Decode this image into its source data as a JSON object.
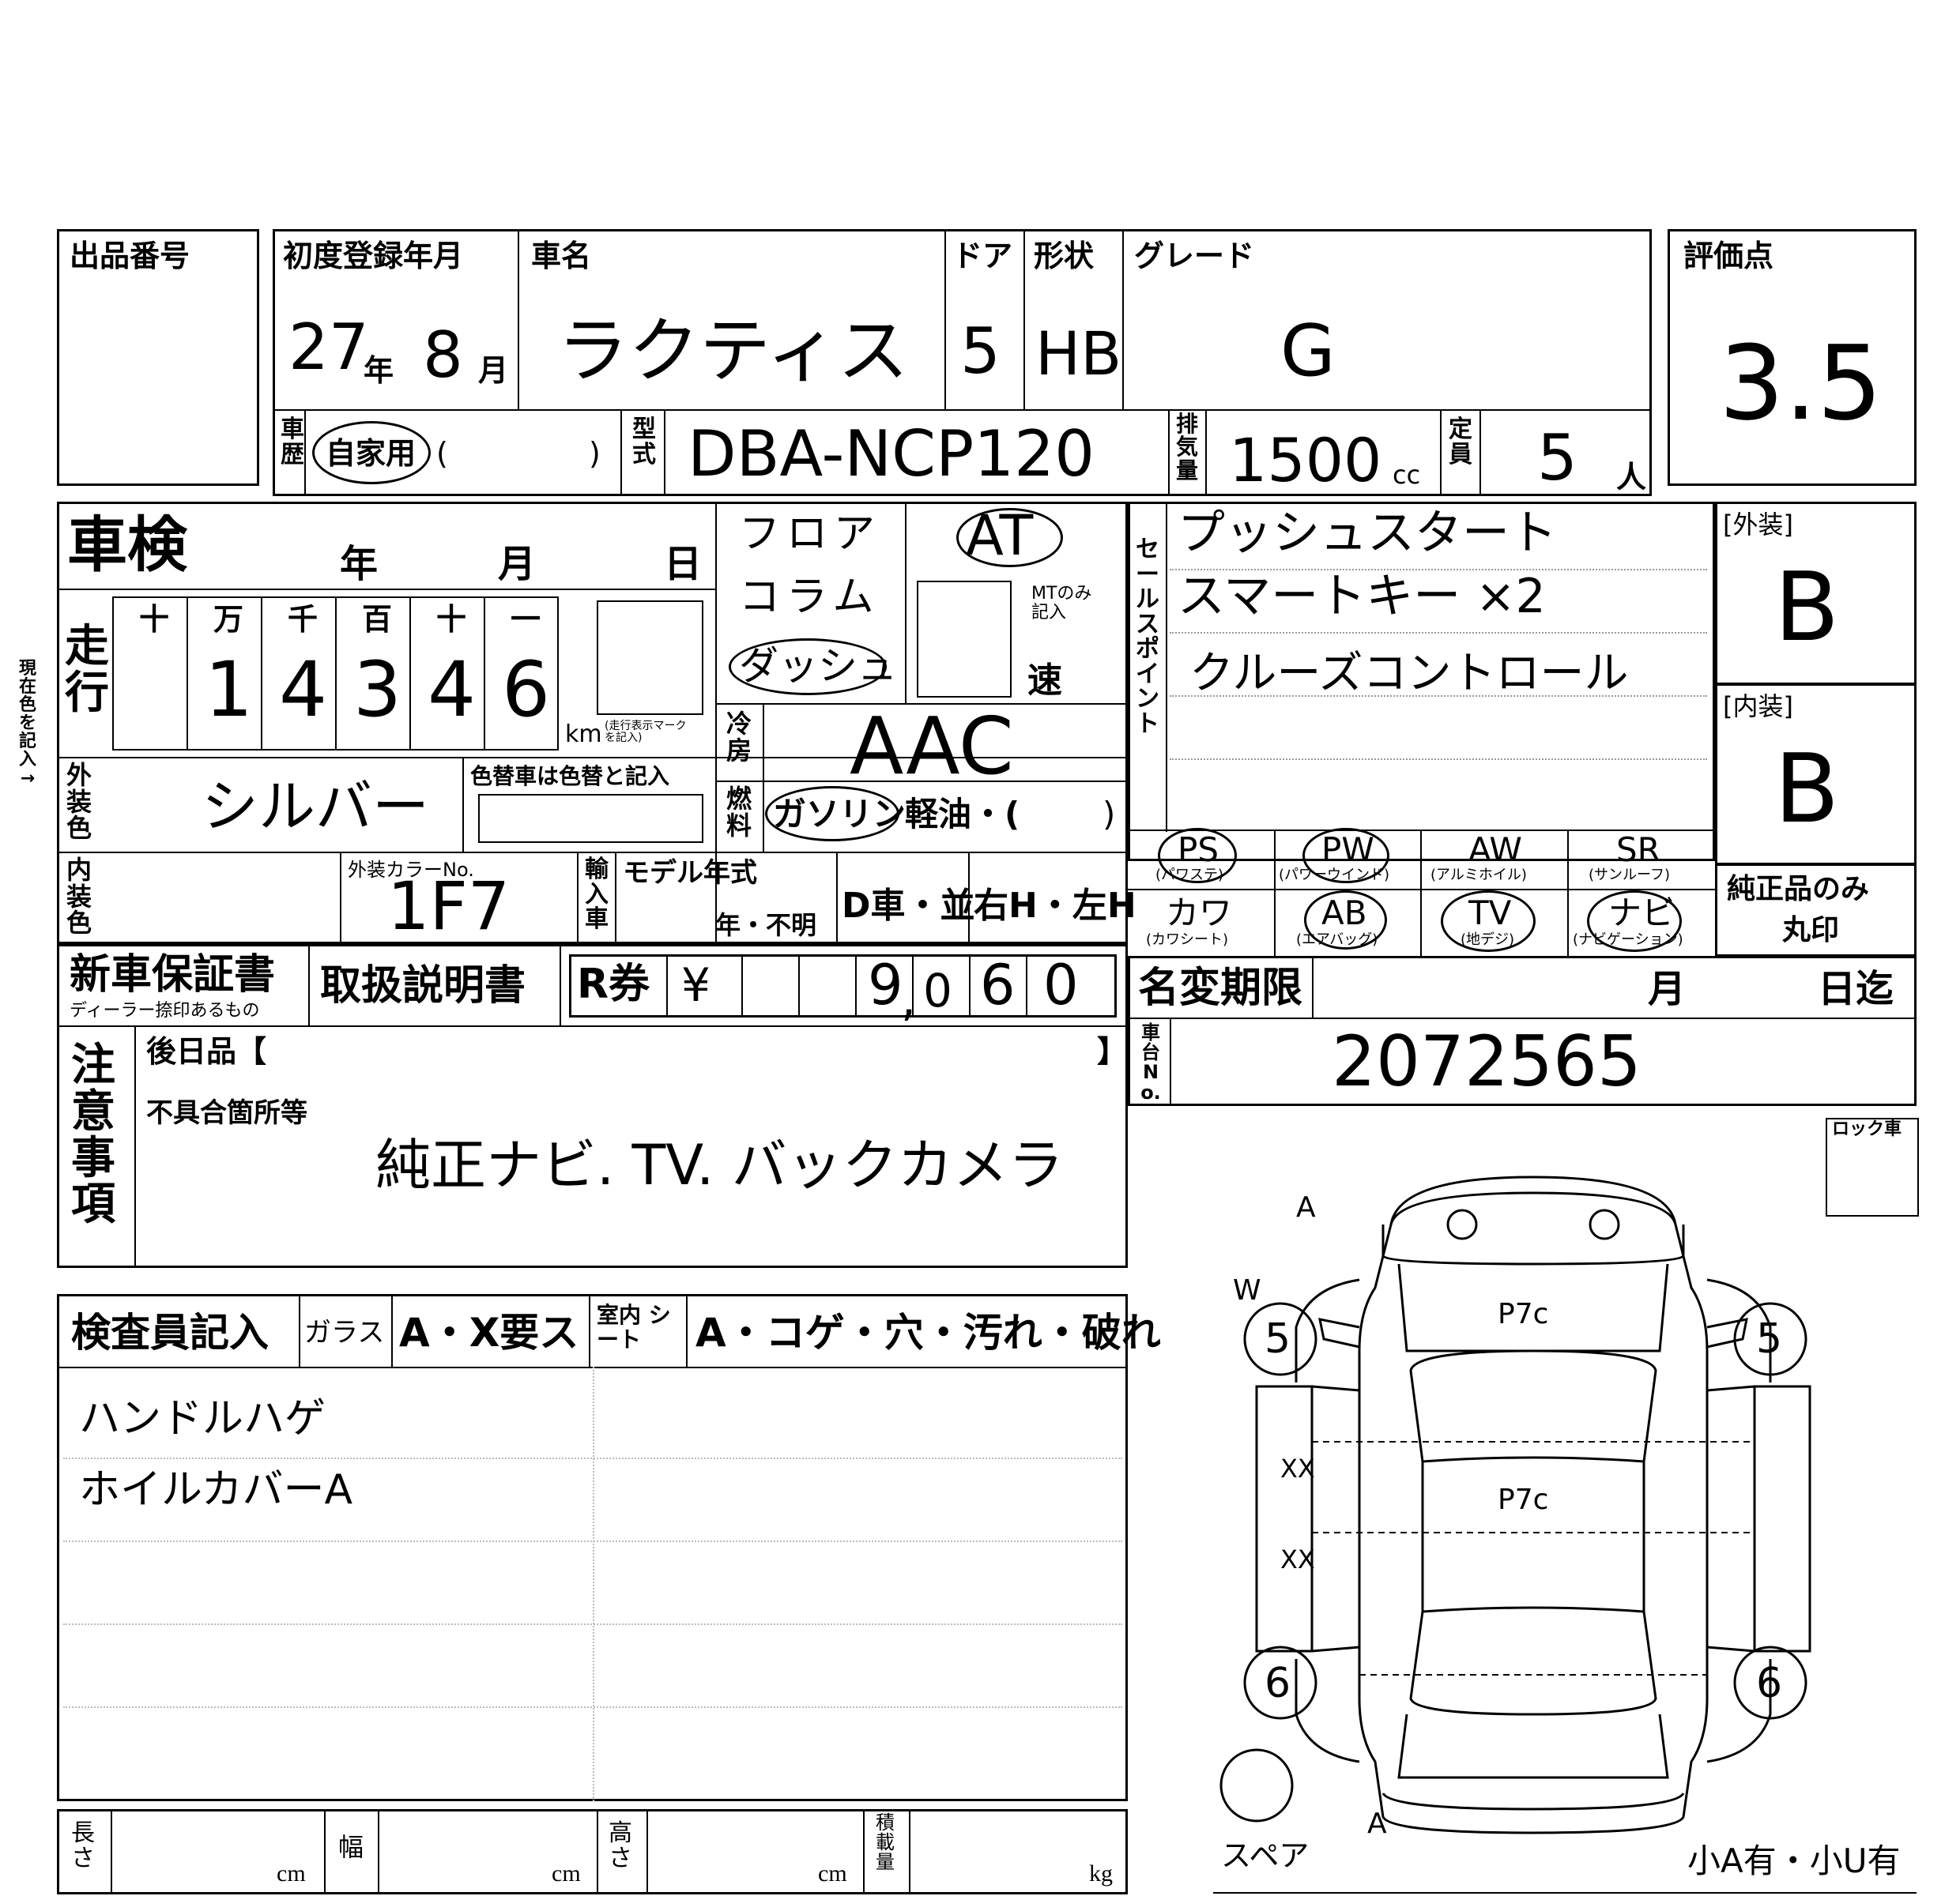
{
  "listing": {
    "label": "出品番号"
  },
  "reg": {
    "label": "初度登録年月",
    "year": "27",
    "year_unit": "年",
    "month": "8",
    "month_unit": "月"
  },
  "car_name": {
    "label": "車名",
    "value": "ラクティス"
  },
  "door": {
    "label": "ドア",
    "value": "5"
  },
  "shape": {
    "label": "形状",
    "value": "HB"
  },
  "grade": {
    "label": "グレード",
    "value": "G"
  },
  "score": {
    "label": "評価点",
    "value": "3.5"
  },
  "history": {
    "label": "車歴",
    "value": "自家用",
    "paren_open": "(",
    "paren_close": ")"
  },
  "model_code": {
    "label": "型式",
    "value": "DBA-NCP120"
  },
  "displacement": {
    "label": "排気量",
    "value": "1500",
    "unit": "cc"
  },
  "capacity": {
    "label": "定員",
    "value": "5",
    "unit": "人"
  },
  "shaken": {
    "label": "車検",
    "year": "年",
    "month": "月",
    "day": "日"
  },
  "mileage": {
    "label": "走行",
    "side_note": "現在色を記入→",
    "units": [
      "十",
      "万",
      "千",
      "百",
      "十",
      "一"
    ],
    "digits": [
      "",
      "1",
      "4",
      "3",
      "4",
      "6"
    ],
    "km": "km",
    "km_note": "(走行表示マーク を記入)"
  },
  "ext_color": {
    "label": "外装色",
    "value": "シルバー",
    "repaint_label": "色替車は色替と記入"
  },
  "interior": {
    "label": "内装色",
    "color_no_label": "外装カラーNo.",
    "color_no": "1F7"
  },
  "import": {
    "label": "輸入車",
    "model_year_label": "モデル年式",
    "model_year_suffix": "年・不明",
    "dealer": "D車・並",
    "handle": "右H・左H"
  },
  "shift": {
    "floor": "フロア",
    "column": "コラム",
    "dash": "ダッシュ",
    "at": "AT",
    "mt_note": "MTのみ 記入",
    "speed": "速"
  },
  "aircon": {
    "label": "冷房",
    "value": "AAC"
  },
  "fuel": {
    "label": "燃料",
    "gas": "ガソリン",
    "diesel": "軽油・(",
    "close": ")"
  },
  "sales_points": {
    "label": "セールスポイント",
    "lines": [
      "プッシュスタート",
      "スマートキー ×2",
      "クルーズコントロール"
    ]
  },
  "exterior_grade": {
    "label": "[外装]",
    "value": "B"
  },
  "interior_grade": {
    "label": "[内装]",
    "value": "B"
  },
  "equipment": [
    {
      "code": "PS",
      "desc": "(パワステ)"
    },
    {
      "code": "PW",
      "desc": "(パワーウインド)"
    },
    {
      "code": "AW",
      "desc": "(アルミホイル)"
    },
    {
      "code": "SR",
      "desc": "(サンルーフ)"
    },
    {
      "code": "カワ",
      "desc": "(カワシート)"
    },
    {
      "code": "AB",
      "desc": "(エアバッグ)"
    },
    {
      "code": "TV",
      "desc": "(地デジ)"
    },
    {
      "code": "ナビ",
      "desc": "(ナビゲーション)"
    }
  ],
  "genuine": {
    "line1": "純正品のみ",
    "line2": "丸印"
  },
  "warranty": {
    "label": "新車保証書",
    "sub": "ディーラー捺印あるもの",
    "manual": "取扱説明書"
  },
  "recycle": {
    "label": "R券",
    "yen": "¥",
    "digits": [
      "",
      "",
      "9",
      "0",
      "6",
      "0"
    ],
    "comma": ","
  },
  "name_change": {
    "label": "名変期限",
    "month": "月",
    "day": "日迄"
  },
  "chassis": {
    "label": "車台No.",
    "value": "2072565"
  },
  "notes": {
    "label": "注意事項",
    "later_label": "後日品【",
    "later_close": "】",
    "defect_label": "不具合箇所等",
    "defect_value": "純正ナビ. TV. バックカメラ"
  },
  "lock": {
    "label": "ロック車"
  },
  "inspector": {
    "label": "検査員記入",
    "glass_label": "ガラス",
    "glass_value": "A・X要ス",
    "interior_label": "室内 シート",
    "interior_value": "A・コゲ・穴・汚れ・破れ",
    "comments": [
      "ハンドルハゲ",
      "ホイルカバーA"
    ]
  },
  "dims": {
    "length": "長さ",
    "width": "幅",
    "height": "高さ",
    "load": "積載量",
    "cm": "cm",
    "kg": "kg"
  },
  "diagram": {
    "marks": [
      "A",
      "W",
      "5",
      "5",
      "P7c",
      "XX",
      "P7c",
      "XX",
      "6",
      "6",
      "A"
    ],
    "spare": "スペア",
    "tools": "小A有・小U有"
  }
}
